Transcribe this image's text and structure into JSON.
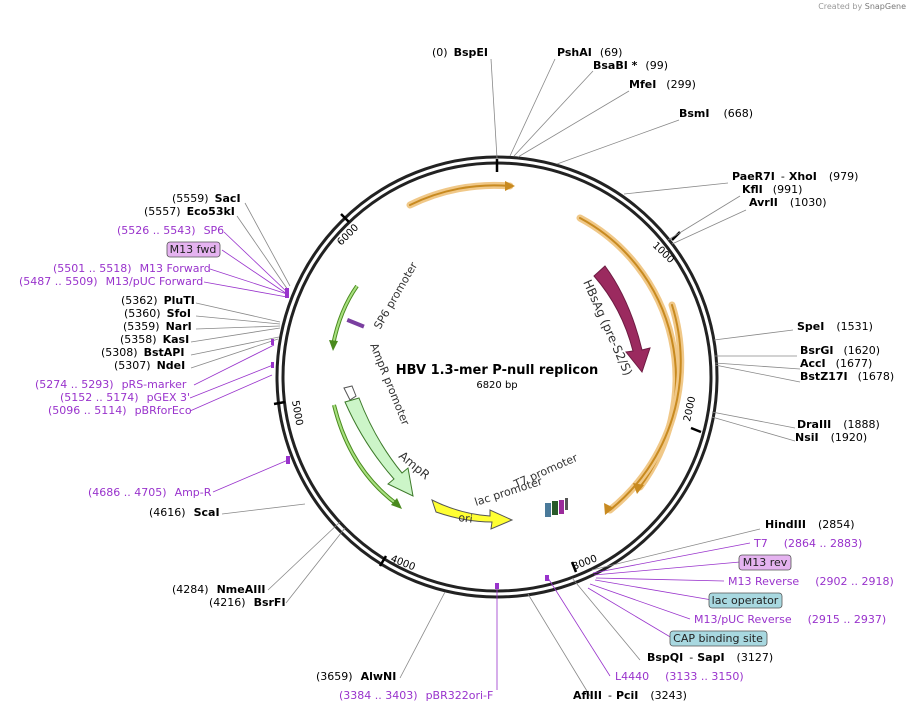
{
  "watermark": {
    "prefix": "Created by",
    "brand": "SnapGene"
  },
  "plasmid": {
    "name": "HBV 1.3-mer P-null replicon",
    "size": "6820 bp"
  },
  "ticks": [
    "1000",
    "2000",
    "3000",
    "4000",
    "5000",
    "6000"
  ],
  "colors": {
    "enzyme": "#000000",
    "primer": "#9933cc",
    "feature_label": "#333333",
    "tag_fill_purple": "#e5b3f0",
    "tag_fill_blue": "#a8d8e0"
  },
  "enzymes_top": [
    {
      "pos": "(0)",
      "name": "BspEI"
    },
    {
      "name": "PshAI",
      "pos": "(69)"
    },
    {
      "name": "BsaBI *",
      "pos": "(99)"
    },
    {
      "name": "MfeI",
      "pos": "(299)"
    },
    {
      "name": "BsmI",
      "pos": "(668)"
    }
  ],
  "enzymes_right": [
    {
      "name": "PaeR7I",
      "sep": "-",
      "name2": "XhoI",
      "pos": "(979)"
    },
    {
      "name": "KflI",
      "pos": "(991)"
    },
    {
      "name": "AvrII",
      "pos": "(1030)"
    },
    {
      "name": "SpeI",
      "pos": "(1531)"
    },
    {
      "name": "BsrGI",
      "pos": "(1620)"
    },
    {
      "name": "AccI",
      "pos": "(1677)"
    },
    {
      "name": "BstZ17I",
      "pos": "(1678)"
    },
    {
      "name": "DraIII",
      "pos": "(1888)"
    },
    {
      "name": "NsiI",
      "pos": "(1920)"
    },
    {
      "name": "HindIII",
      "pos": "(2854)"
    }
  ],
  "right_bottom": [
    {
      "kind": "primer",
      "name": "T7",
      "pos": "(2864 .. 2883)"
    },
    {
      "kind": "tag-purple",
      "name": "M13 rev"
    },
    {
      "kind": "primer",
      "name": "M13 Reverse",
      "pos": "(2902 .. 2918)"
    },
    {
      "kind": "tag-blue",
      "name": "lac operator"
    },
    {
      "kind": "primer",
      "name": "M13/pUC Reverse",
      "pos": "(2915 .. 2937)"
    },
    {
      "kind": "tag-blue",
      "name": "CAP binding site"
    },
    {
      "kind": "enzyme",
      "name": "BspQI",
      "sep": "-",
      "name2": "SapI",
      "pos": "(3127)"
    },
    {
      "kind": "primer",
      "name": "L4440",
      "pos": "(3133 .. 3150)"
    },
    {
      "kind": "enzyme",
      "name": "AflIII",
      "sep": "-",
      "name2": "PciI",
      "pos": "(3243)"
    }
  ],
  "bottom": [
    {
      "kind": "enzyme",
      "pos": "(3659)",
      "name": "AlwNI"
    },
    {
      "kind": "primer",
      "pos": "(3384 .. 3403)",
      "name": "pBR322ori-F"
    }
  ],
  "left": [
    {
      "kind": "enzyme",
      "pos": "(5559)",
      "name": "SacI"
    },
    {
      "kind": "enzyme",
      "pos": "(5557)",
      "name": "Eco53kI"
    },
    {
      "kind": "primer",
      "pos": "(5526 .. 5543)",
      "name": "SP6"
    },
    {
      "kind": "tag-purple",
      "name": "M13 fwd"
    },
    {
      "kind": "primer",
      "pos": "(5501 .. 5518)",
      "name": "M13 Forward"
    },
    {
      "kind": "primer",
      "pos": "(5487 .. 5509)",
      "name": "M13/pUC Forward"
    },
    {
      "kind": "enzyme",
      "pos": "(5362)",
      "name": "PluTI"
    },
    {
      "kind": "enzyme",
      "pos": "(5360)",
      "name": "SfoI"
    },
    {
      "kind": "enzyme",
      "pos": "(5359)",
      "name": "NarI"
    },
    {
      "kind": "enzyme",
      "pos": "(5358)",
      "name": "KasI"
    },
    {
      "kind": "enzyme",
      "pos": "(5308)",
      "name": "BstAPI"
    },
    {
      "kind": "enzyme",
      "pos": "(5307)",
      "name": "NdeI"
    },
    {
      "kind": "primer",
      "pos": "(5274 .. 5293)",
      "name": "pRS-marker"
    },
    {
      "kind": "primer",
      "pos": "(5152 .. 5174)",
      "name": "pGEX 3'"
    },
    {
      "kind": "primer",
      "pos": "(5096 .. 5114)",
      "name": "pBRforEco"
    },
    {
      "kind": "primer",
      "pos": "(4686 .. 4705)",
      "name": "Amp-R"
    },
    {
      "kind": "enzyme",
      "pos": "(4616)",
      "name": "ScaI"
    },
    {
      "kind": "enzyme",
      "pos": "(4284)",
      "name": "NmeAIII"
    },
    {
      "kind": "enzyme",
      "pos": "(4216)",
      "name": "BsrFI"
    }
  ],
  "features": [
    {
      "name": "HBsAg (pre-S2/S)"
    },
    {
      "name": "AmpR promoter"
    },
    {
      "name": "AmpR"
    },
    {
      "name": "ori"
    },
    {
      "name": "SP6 promoter"
    },
    {
      "name": "T7 promoter"
    },
    {
      "name": "lac promoter"
    }
  ]
}
